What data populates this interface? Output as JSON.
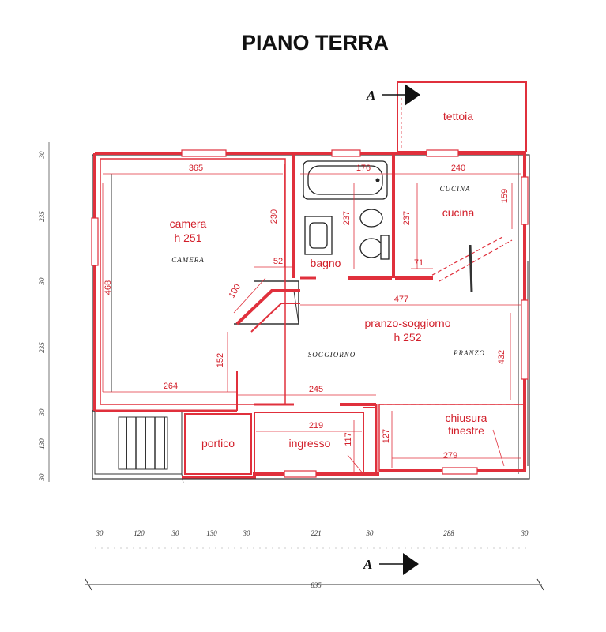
{
  "title": "PIANO TERRA",
  "section_marker": "A",
  "rooms": {
    "camera": {
      "name": "camera",
      "height": "h 251",
      "tag": "CAMERA"
    },
    "bagno": {
      "name": "bagno"
    },
    "cucina": {
      "name": "cucina",
      "tag": "CUCINA"
    },
    "tettoia": {
      "name": "tettoia"
    },
    "soggiorno": {
      "name": "pranzo-soggiorno",
      "height": "h 252",
      "tag_left": "SOGGIORNO",
      "tag_right": "PRANZO"
    },
    "portico": {
      "name": "portico"
    },
    "ingresso": {
      "name": "ingresso"
    },
    "chiusura": {
      "line1": "chiusura",
      "line2": "finestre"
    }
  },
  "dimensions": {
    "camera_width": "365",
    "camera_height": "468",
    "camera_closet": "230",
    "camera_bottom": "264",
    "bath_width": "176",
    "bath_height": "237",
    "kitchen_width": "240",
    "kitchen_height": "237",
    "kitchen_right": "159",
    "kitchen_door": "71",
    "corridor_a": "52",
    "corridor_b": "100",
    "corridor_c": "152",
    "living_width": "477",
    "living_height": "432",
    "entrance_width": "245",
    "entrance_inner": "219",
    "entrance_height": "117",
    "porch_height": "127",
    "porch_right": "279"
  },
  "side_scale": [
    "30",
    "235",
    "30",
    "235",
    "30",
    "130",
    "30"
  ],
  "bottom_scale": [
    "30",
    "120",
    "30",
    "130",
    "30",
    "221",
    "30",
    "288",
    "30"
  ],
  "total_width": "835"
}
